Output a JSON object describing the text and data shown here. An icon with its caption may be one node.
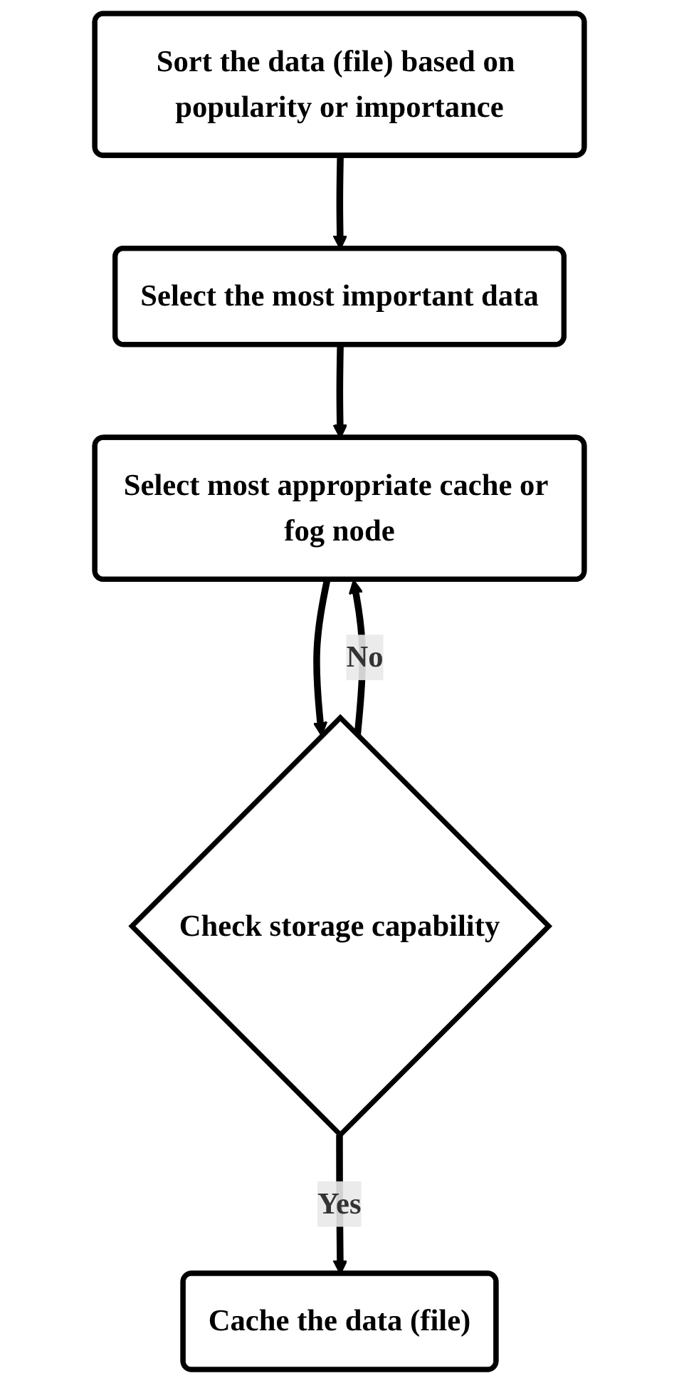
{
  "diagram": {
    "nodes": [
      {
        "text": [
          "Sort the data (file) based on popularity or importance"
        ]
      },
      {
        "text": [
          "Select the most important data"
        ]
      },
      {
        "text": [
          "Select most appropriate cache or fog node"
        ]
      },
      {
        "text": [
          "Check storage capability"
        ]
      },
      {
        "text": [
          "Cache the data (file)"
        ]
      }
    ],
    "edges": [
      {
        "from": 0,
        "to": 1,
        "arrow": "to"
      },
      {
        "from": 1,
        "to": 2,
        "arrow": "to"
      },
      {
        "from": 2,
        "to": 3,
        "arrow": "to"
      },
      {
        "from": 3,
        "to": 2,
        "arrow": "to",
        "label": "No"
      },
      {
        "from": 3,
        "to": 4,
        "arrow": "to",
        "label": "Yes"
      }
    ]
  }
}
